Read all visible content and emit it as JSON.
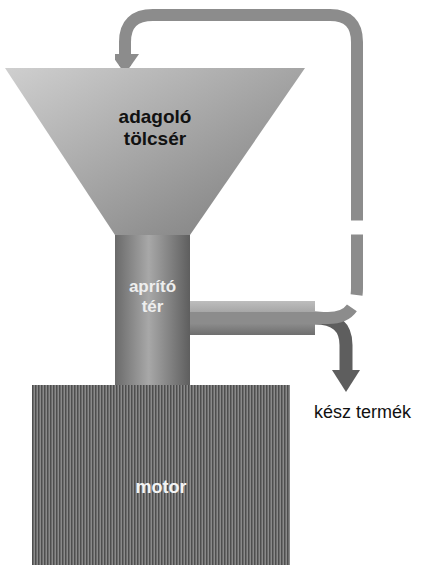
{
  "diagram": {
    "nodes": [
      {
        "text": [
          "adagoló tölcsér"
        ]
      },
      {
        "text": [
          "aprító tér"
        ]
      },
      {
        "text": [
          "motor"
        ]
      }
    ],
    "edges": [
      {
        "from": 1,
        "to": 0,
        "arrow": "to"
      }
    ],
    "labels": [
      "kész termék"
    ]
  }
}
